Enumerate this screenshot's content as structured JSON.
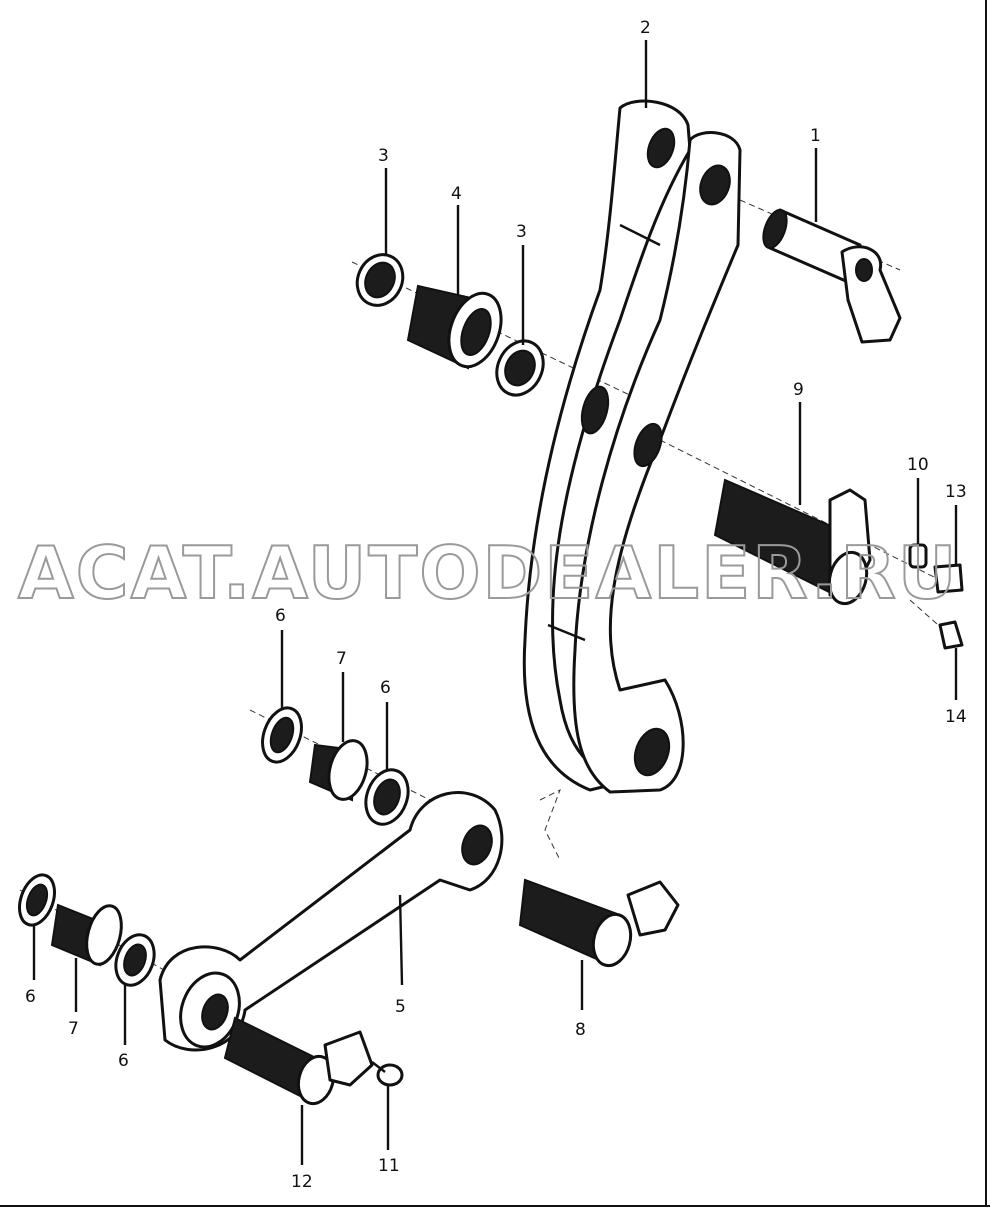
{
  "watermark": "ACAT.AUTODEALER.RU",
  "callouts": {
    "c1": "1",
    "c2": "2",
    "c3a": "3",
    "c3b": "3",
    "c4": "4",
    "c5": "5",
    "c6a": "6",
    "c6b": "6",
    "c6c": "6",
    "c6d": "6",
    "c7a": "7",
    "c7b": "7",
    "c8": "8",
    "c9": "9",
    "c10": "10",
    "c11": "11",
    "c12": "12",
    "c13": "13",
    "c14": "14"
  }
}
